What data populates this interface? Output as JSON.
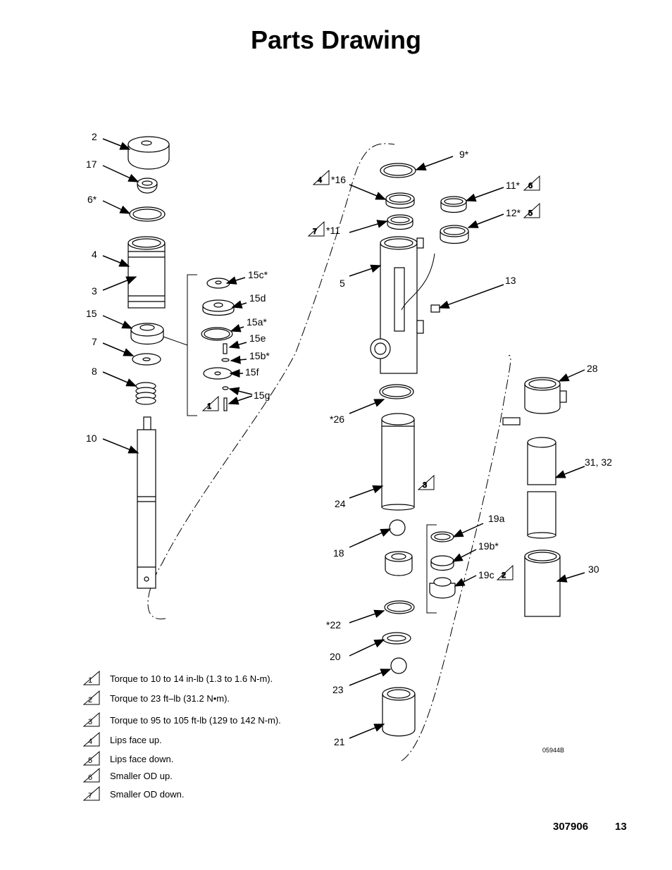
{
  "title": "Parts Drawing",
  "callouts": {
    "c2": "2",
    "c17": "17",
    "c6": "6*",
    "c4": "4",
    "c3": "3",
    "c15": "15",
    "c7": "7",
    "c8": "8",
    "c10": "10",
    "c15c": "15c*",
    "c15d": "15d",
    "c15a": "15a*",
    "c15e": "15e",
    "c15b": "15b*",
    "c15f": "15f",
    "c15g": "15g",
    "c16": "*16",
    "c11l": "*11",
    "c5": "5",
    "c26": "*26",
    "c24": "24",
    "c18": "18",
    "c22": "*22",
    "c20": "20",
    "c23": "23",
    "c21": "21",
    "c9": "9*",
    "c11r": "11*",
    "c12": "12*",
    "c13": "13",
    "c28": "28",
    "c3132": "31, 32",
    "c30": "30",
    "c19a": "19a",
    "c19b": "19b*",
    "c19c": "19c"
  },
  "triangles": {
    "t16": "4",
    "t11l": "7",
    "t11r": "6",
    "t12": "5",
    "t15g": "1",
    "t24": "3",
    "t19c": "2"
  },
  "figure_id": "05944B",
  "notes": [
    {
      "num": "1",
      "text": "Torque to 10 to 14 in-lb (1.3 to 1.6 N-m)."
    },
    {
      "num": "2",
      "text": "Torque to 23 ft–lb (31.2 N•m)."
    },
    {
      "num": "3",
      "text": "Torque to 95 to 105 ft-lb (129 to 142 N-m)."
    },
    {
      "num": "4",
      "text": "Lips face up."
    },
    {
      "num": "5",
      "text": "Lips face down."
    },
    {
      "num": "6",
      "text": "Smaller OD up."
    },
    {
      "num": "7",
      "text": "Smaller OD down."
    }
  ],
  "footer": {
    "doc_number": "307906",
    "page_number": "13"
  }
}
